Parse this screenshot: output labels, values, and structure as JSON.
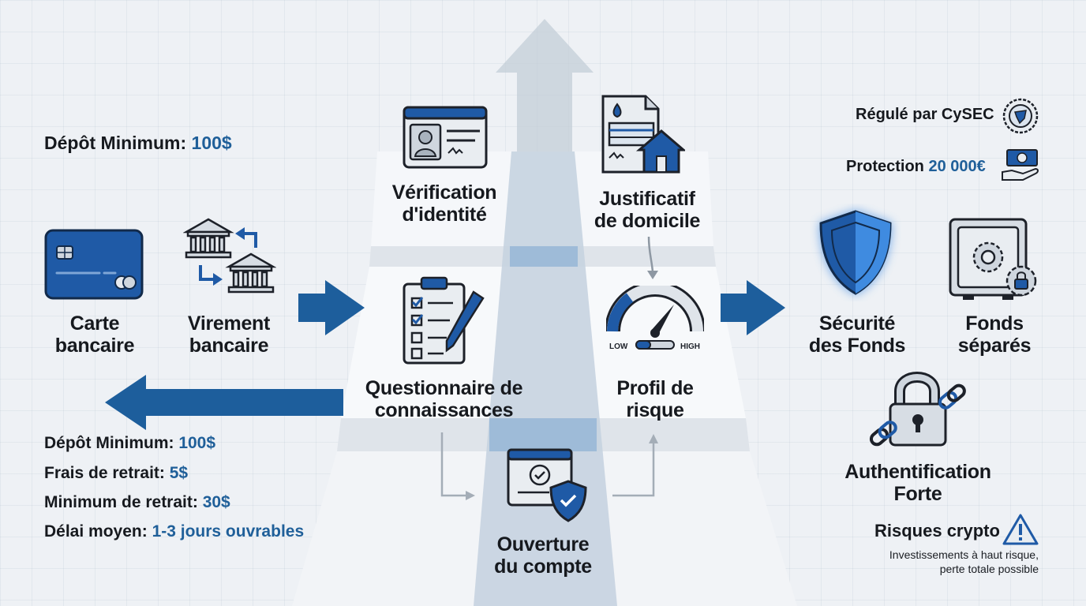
{
  "colors": {
    "accent": "#1f5f99",
    "dark_blue": "#1c4f86",
    "arrow_blue": "#1d5e9c",
    "light_blue": "#4a90d9",
    "icon_gray": "#d7dde4",
    "icon_outline": "#1d2129"
  },
  "deposit": {
    "label": "Dépôt Minimum:",
    "value": "100$"
  },
  "payment_methods": [
    {
      "icon": "credit-card-icon",
      "line1": "Carte",
      "line2": "bancaire"
    },
    {
      "icon": "bank-transfer-icon",
      "line1": "Virement",
      "line2": "bancaire"
    }
  ],
  "steps": {
    "identity": {
      "icon": "id-card-icon",
      "line1": "Vérification",
      "line2": "d'identité"
    },
    "address": {
      "icon": "address-document-icon",
      "line1": "Justificatif",
      "line2": "de domicile"
    },
    "questionnaire": {
      "icon": "checklist-icon",
      "line1": "Questionnaire de",
      "line2": "connaissances"
    },
    "risk": {
      "icon": "risk-gauge-icon",
      "line1": "Profil de",
      "line2": "risque",
      "gauge_low": "LOW",
      "gauge_high": "HIGH"
    },
    "account": {
      "icon": "account-shield-icon",
      "line1": "Ouverture",
      "line2": "du compte"
    }
  },
  "withdrawal": [
    {
      "label": "Dépôt Minimum:",
      "value": "100$"
    },
    {
      "label": "Frais de retrait:",
      "value": "5$"
    },
    {
      "label": "Minimum de retrait:",
      "value": "30$"
    },
    {
      "label": "Délai moyen:",
      "value": "1-3 jours ouvrables"
    }
  ],
  "regulation": {
    "label": "Régulé par CySEC",
    "icon": "cysec-badge-icon",
    "protection_label": "Protection",
    "protection_value": "20 000€",
    "protection_icon": "money-hand-icon"
  },
  "security": [
    {
      "icon": "shield-icon",
      "line1": "Sécurité",
      "line2": "des Fonds"
    },
    {
      "icon": "safe-icon",
      "line1": "Fonds",
      "line2": "séparés"
    },
    {
      "icon": "lock-chain-icon",
      "line1": "Authentification",
      "line2": "Forte"
    }
  ],
  "risk_warning": {
    "title": "Risques crypto",
    "icon": "warning-triangle-icon",
    "line1": "Investissements à haut risque,",
    "line2": "perte totale possible"
  }
}
